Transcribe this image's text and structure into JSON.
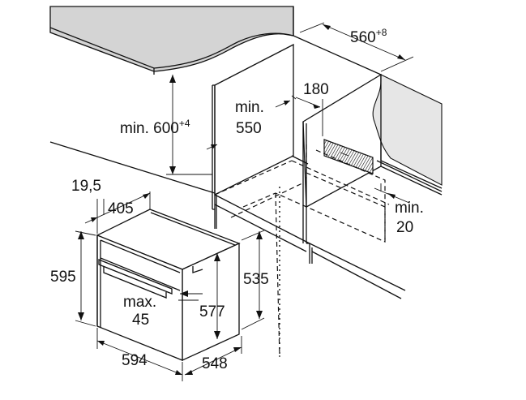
{
  "labels": {
    "width_niche_main": "560",
    "width_niche_sup": "+8",
    "height_min_prefix": "min. 600",
    "height_min_sup": "+4",
    "depth_min_1": "min.",
    "depth_min_2": "550",
    "vent_opening": "180",
    "gap_min_1": "min.",
    "gap_min_2": "20",
    "front_offset": "19,5",
    "top_depth": "405",
    "oven_height": "595",
    "body_height": "535",
    "door_max_1": "max.",
    "door_max_2": "45",
    "inner_height": "577",
    "oven_width": "594",
    "oven_depth": "548"
  }
}
